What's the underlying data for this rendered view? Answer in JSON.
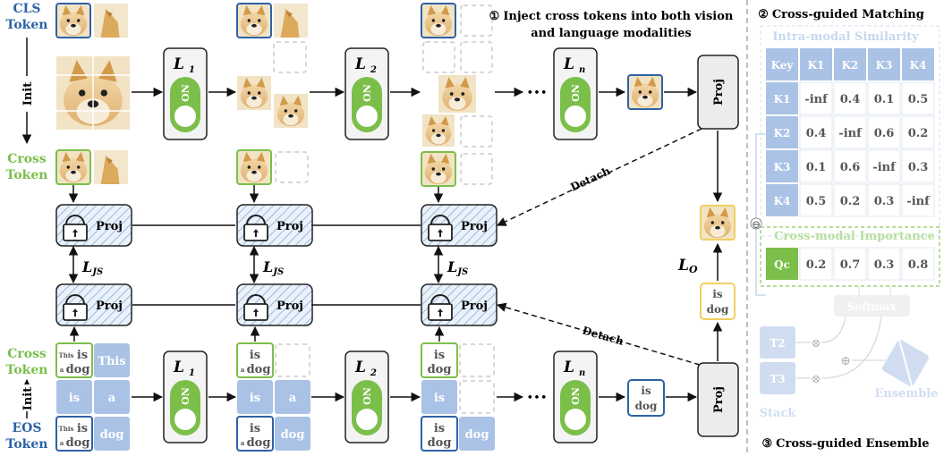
{
  "colors": {
    "blue": "#2e62a6",
    "green": "#7bbf4a",
    "yellow": "#f0cf60",
    "token_fill": "#aac2e6",
    "faint_table": "#cfe0f3",
    "doge_fur": "#d9a54f"
  },
  "left_labels": {
    "cls_line1": "CLS",
    "cls_line2": "Token",
    "init": "Init",
    "cross_line1": "Cross",
    "cross_line2": "Token",
    "eos_line1": "EOS",
    "eos_line2": "Token"
  },
  "layers": {
    "l1": "L",
    "l1_sub": "1",
    "l2": "L",
    "l2_sub": "2",
    "ln": "L",
    "ln_sub": "n",
    "on": "ON"
  },
  "proj": "Proj",
  "js_loss": "L",
  "js_loss_sub": "JS",
  "out_loss": "L",
  "out_loss_sub": "O",
  "detach": "Detach",
  "ellipsis": "•••",
  "text_tokens": {
    "this": "This",
    "is": "is",
    "a": "a",
    "dog": "dog",
    "is_dog_1": "is",
    "is_dog_2": "dog"
  },
  "step1": {
    "num": "①",
    "line1": "Inject cross tokens into both vision",
    "line2": "and language modalities"
  },
  "step2": {
    "num": "②",
    "title": "Cross-guided Matching",
    "table_title": "Intra-modal Similarity",
    "header": [
      "Key",
      "K1",
      "K2",
      "K3",
      "K4"
    ],
    "rows": [
      {
        "key": "K1",
        "vals": [
          "-inf",
          "0.4",
          "0.1",
          "0.5"
        ]
      },
      {
        "key": "K2",
        "vals": [
          "0.4",
          "-inf",
          "0.6",
          "0.2"
        ]
      },
      {
        "key": "K3",
        "vals": [
          "0.1",
          "0.6",
          "-inf",
          "0.3"
        ]
      },
      {
        "key": "K4",
        "vals": [
          "0.5",
          "0.2",
          "0.3",
          "-inf"
        ]
      }
    ],
    "importance_title": "Cross-modal Importance",
    "q_label": "Qc",
    "importance_vals": [
      "0.2",
      "0.7",
      "0.3",
      "0.8"
    ],
    "minus": "⊖"
  },
  "step3": {
    "num": "③",
    "title": "Cross-guided Ensemble",
    "softmax": "Softmax",
    "t2": "T2",
    "t3": "T3",
    "stack": "Stack",
    "ensemble": "Ensemble",
    "times": "⊗",
    "plus": "⊕"
  }
}
